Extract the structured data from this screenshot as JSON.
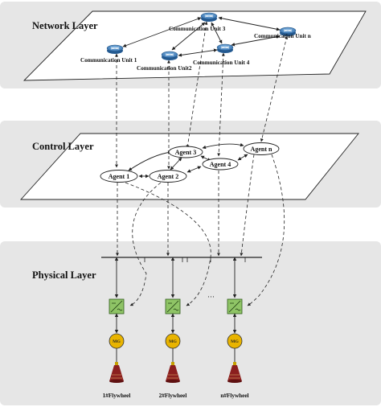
{
  "layers": {
    "network": "Network Layer",
    "control": "Control Layer",
    "physical": "Physical Layer"
  },
  "communication_units": {
    "cu1": "Communication Unit 1",
    "cu2": "Communication Unit2",
    "cu3": "Communication Unit 3",
    "cu4": "Communication Unit 4",
    "cun": "Communication Unit n"
  },
  "agents": {
    "a1": "Agent 1",
    "a2": "Agent 2",
    "a3": "Agent 3",
    "a4": "Agent 4",
    "an": "Agent n"
  },
  "physical": {
    "mg_label": "MG",
    "ellipsis": "···",
    "flywheels": [
      "1#Flywheel",
      "2#Flywheel",
      "n#Flywheel"
    ]
  },
  "colors": {
    "band": "#e6e6e6",
    "router": "#4a87c4",
    "converter": "#8fc466",
    "mg": "#e9b400",
    "flywheel": "#8b1f1f"
  },
  "icons": [
    "router-icon",
    "converter-icon",
    "mg-icon",
    "flywheel-icon"
  ]
}
